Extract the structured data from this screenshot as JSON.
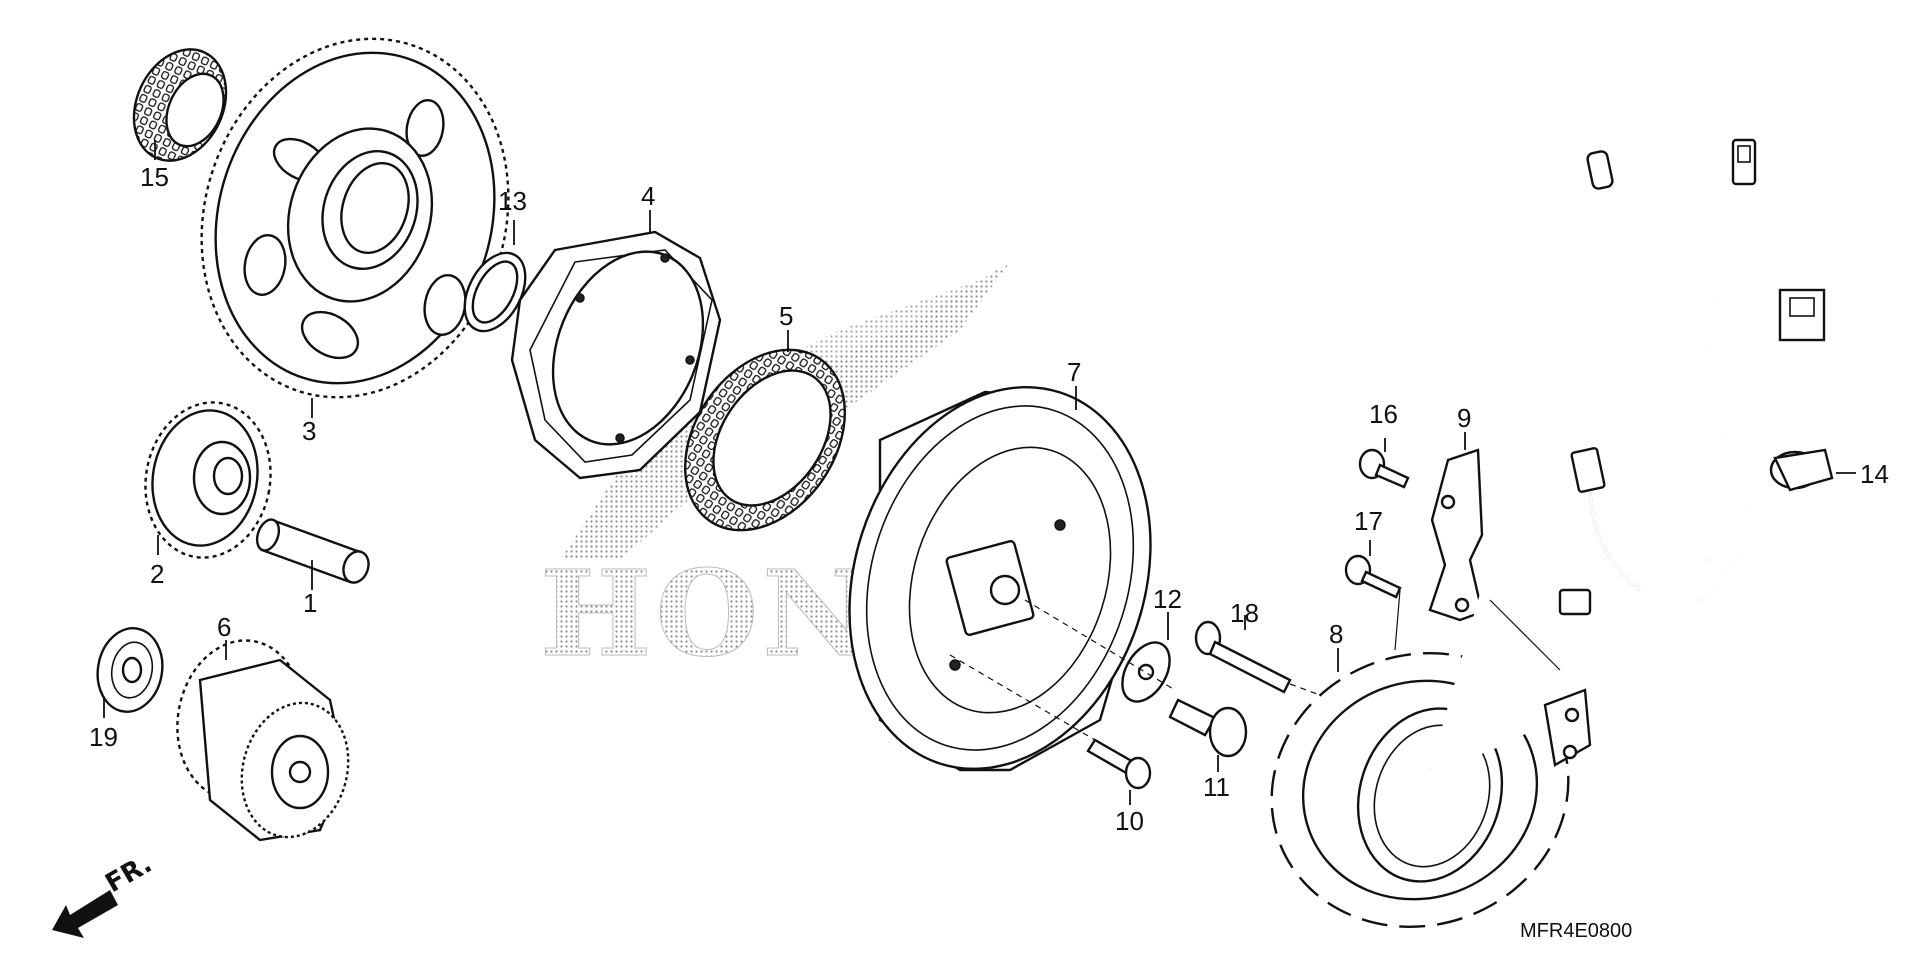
{
  "diagram": {
    "code": "MFR4E0800",
    "direction_marker": "FR.",
    "watermark": "HONDA",
    "callouts": {
      "c1": "1",
      "c2": "2",
      "c3": "3",
      "c4": "4",
      "c5": "5",
      "c6": "6",
      "c7": "7",
      "c8": "8",
      "c9": "9",
      "c10": "10",
      "c11": "11",
      "c12": "12",
      "c13": "13",
      "c14": "14",
      "c15": "15",
      "c16": "16",
      "c17": "17",
      "c18": "18",
      "c19": "19"
    }
  },
  "colors": {
    "line": "#111111",
    "background": "#ffffff",
    "watermark": "#9a9a9a"
  }
}
